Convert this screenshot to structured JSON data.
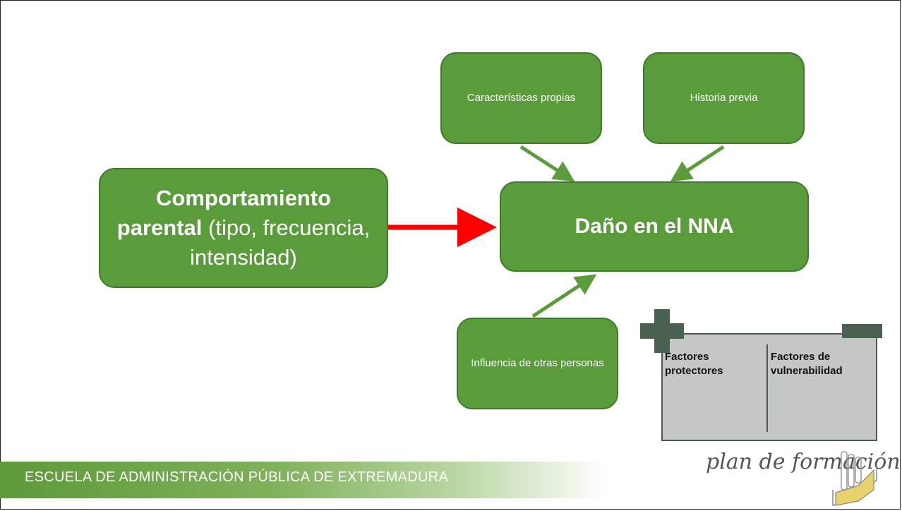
{
  "diagram": {
    "main_box": {
      "bold": "Comportamiento parental",
      "rest": " (tipo, frecuencia, intensidad)"
    },
    "center_box": "Daño en el NNA",
    "box_caracteristicas": "Características propias",
    "box_historia": "Historia previa",
    "box_influencia": "Influencia de otras personas",
    "battery": {
      "left_label": "Factores protectores",
      "right_label": "Factores de vulnerabilidad"
    },
    "colors": {
      "box_fill": "#5a9b3b",
      "arrow_main": "#ff0000",
      "arrow_minor": "#5a9b3b",
      "battery": "#c4c7c6"
    }
  },
  "footer": {
    "institution": "ESCUELA DE ADMINISTRACIÓN PÚBLICA DE EXTREMADURA",
    "logo_text": "plan de formación",
    "logo_icon": "building-columns-icon"
  }
}
